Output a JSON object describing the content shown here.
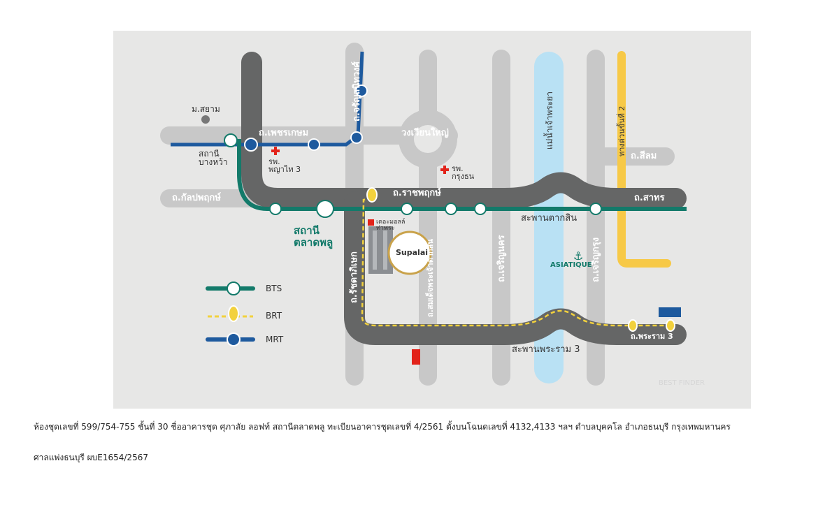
{
  "map": {
    "roads": {
      "phetkasem": "ถ.เพชรเกษม",
      "charansanitwong": "ถ.จรัญสนิทวงศ์",
      "wongwian_yai": "วงเวียนใหญ่",
      "kanlapaphruek": "ถ.กัลปพฤกษ์",
      "ratchaphruek": "ถ.ราชพฤกษ์",
      "sathon": "ถ.สาทร",
      "silom": "ถ.สีลม",
      "ratchadaphisek": "ถ.รัชดาภิเษก",
      "somdet_phra_chao_taksin": "ถ.สมเด็จพระเจ้าตากสิน",
      "charoen_nakhon": "ถ.เจริญนคร",
      "charoen_krung": "ถ.เจริญกรุง",
      "chao_phraya_river": "แม่น้ำเจ้าพระยา",
      "expressway_2": "ทางด่วนขั้นที่ 2",
      "taksin_bridge": "สะพานตากสิน",
      "rama3_bridge": "สะพานพระราม 3",
      "rama3_road": "ถ.พระราม 3"
    },
    "places": {
      "siam_university": "ม.สยาม",
      "bang_wa_station": "สถานี\nบางหว้า",
      "phyathai3_hospital": "รพ.\nพญาไท 3",
      "krungthon_hospital": "รพ.\nกรุงธน",
      "talat_phlu_station": "สถานี\nตลาดพลู",
      "the_mall": "เดอะมอลล์\nท่าพระ",
      "supalai": "Supalai",
      "asiatique": "ASIATIQUE",
      "watermark": "BEST FINDER"
    },
    "legend": [
      {
        "key": "bts",
        "label": "BTS",
        "color": "#137a6a"
      },
      {
        "key": "brt",
        "label": "BRT",
        "color": "#f2d13d"
      },
      {
        "key": "mrt",
        "label": "MRT",
        "color": "#1e5a9e"
      }
    ]
  },
  "caption": {
    "line1": "ห้องชุดเลขที่ 599/754-755 ชั้นที่ 30 ชื่ออาคารชุด ศุภาลัย ลอฟท์ สถานีตลาดพลู ทะเบียนอาคารชุดเลขที่ 4/2561 ตั้งบนโฉนดเลขที่ 4132,4133 ฯลฯ ตำบลบุคคโล อำเภอธนบุรี กรุงเทพมหานคร",
    "line2": "ศาลแพ่งธนบุรี ผบE1654/2567"
  }
}
